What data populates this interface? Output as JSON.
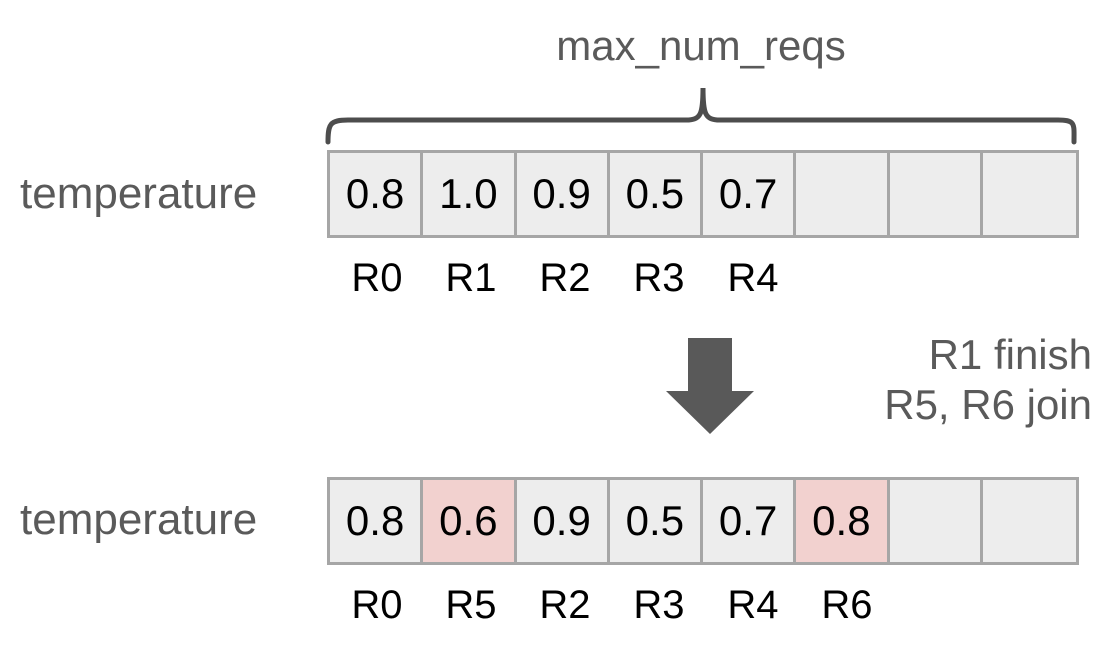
{
  "diagram": {
    "title_caption": "max_num_reqs",
    "brace": {
      "label": "max_num_reqs",
      "spans_columns": 8
    },
    "transition_note": {
      "line1": "R1 finish",
      "line2": "R5, R6 join"
    },
    "arrow": {
      "direction": "down",
      "color": "#595959"
    },
    "colors": {
      "cell_fill": "#ededed",
      "cell_border": "#a6a6a6",
      "highlight_fill": "#f2d1cf",
      "text_gray": "#5a5a5a",
      "text_black": "#000000",
      "background": "#ffffff"
    },
    "before": {
      "row_label": "temperature",
      "num_slots": 8,
      "cells": [
        {
          "value": "0.8",
          "highlight": false
        },
        {
          "value": "1.0",
          "highlight": false
        },
        {
          "value": "0.9",
          "highlight": false
        },
        {
          "value": "0.5",
          "highlight": false
        },
        {
          "value": "0.7",
          "highlight": false
        },
        {
          "value": "",
          "highlight": false
        },
        {
          "value": "",
          "highlight": false
        },
        {
          "value": "",
          "highlight": false
        }
      ],
      "slot_labels": [
        "R0",
        "R1",
        "R2",
        "R3",
        "R4",
        "",
        "",
        ""
      ]
    },
    "after": {
      "row_label": "temperature",
      "num_slots": 8,
      "cells": [
        {
          "value": "0.8",
          "highlight": false
        },
        {
          "value": "0.6",
          "highlight": true
        },
        {
          "value": "0.9",
          "highlight": false
        },
        {
          "value": "0.5",
          "highlight": false
        },
        {
          "value": "0.7",
          "highlight": false
        },
        {
          "value": "0.8",
          "highlight": true
        },
        {
          "value": "",
          "highlight": false
        },
        {
          "value": "",
          "highlight": false
        }
      ],
      "slot_labels": [
        "R0",
        "R5",
        "R2",
        "R3",
        "R4",
        "R6",
        "",
        ""
      ]
    }
  }
}
